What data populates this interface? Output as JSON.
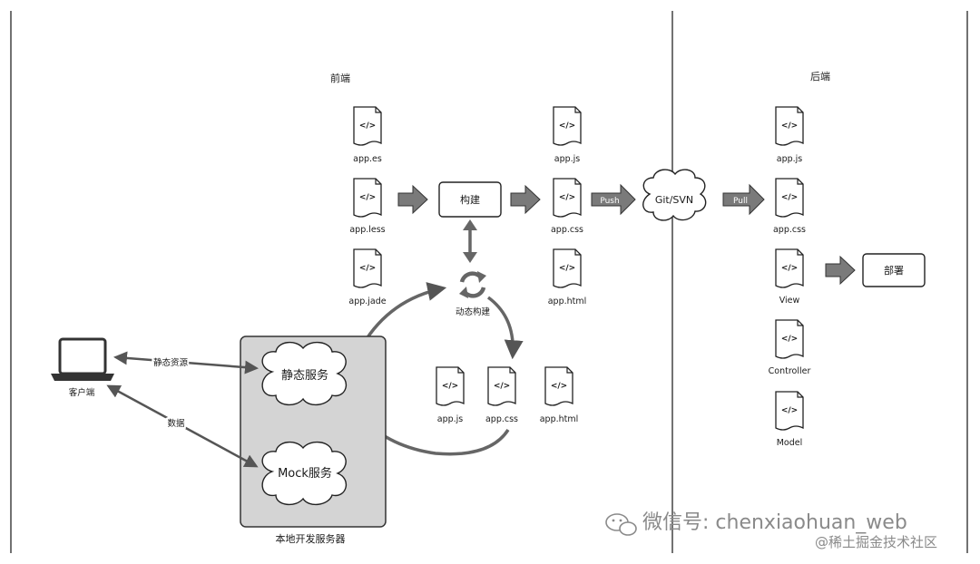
{
  "sections": {
    "frontend": "前端",
    "backend": "后端"
  },
  "file_symbol": "</>",
  "source_files": [
    "app.es",
    "app.less",
    "app.jade"
  ],
  "build_box": "构建",
  "built_files": [
    "app.js",
    "app.css",
    "app.html"
  ],
  "push_label": "Push",
  "repo_cloud": "Git/SVN",
  "pull_label": "Pull",
  "backend_files": [
    "app.js",
    "app.css",
    "View",
    "Controller",
    "Model"
  ],
  "deploy_box": "部署",
  "dynamic_build": "动态构建",
  "dynamic_files": [
    "app.js",
    "app.css",
    "app.html"
  ],
  "client": "客户端",
  "static_resources_label": "静态资源",
  "data_label": "数据",
  "static_service": "静态服务",
  "mock_service": "Mock服务",
  "local_server": "本地开发服务器",
  "watermark": "微信号: chenxiaohuan_web",
  "watermark_sub": "@稀土掘金技术社区"
}
